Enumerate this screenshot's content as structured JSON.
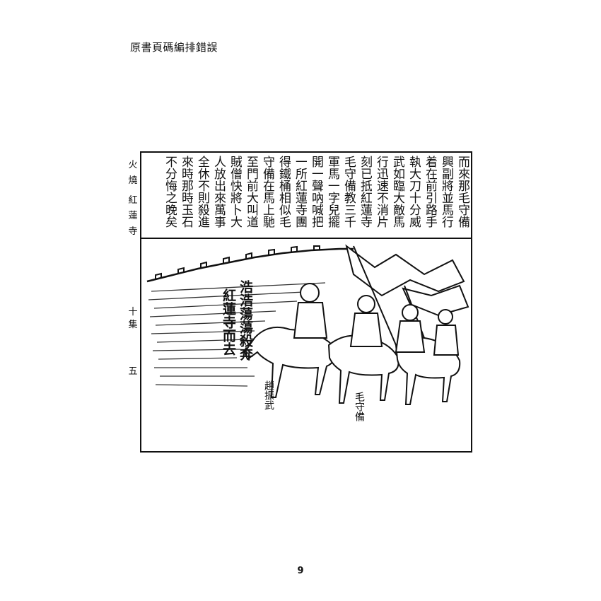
{
  "header_note": "原書頁碼編排錯誤",
  "margin": [
    "火",
    "燒",
    "紅",
    "蓮",
    "寺",
    "十",
    "集",
    "五"
  ],
  "text_columns": [
    "而來那毛守備",
    "興副將並馬行",
    "着在前引路手",
    "執大刀十分威",
    "武如臨大敵馬",
    "行迅速不消片",
    "刻已抵紅蓮寺",
    "毛守備教三千",
    "軍馬一字兒擺",
    "開一聲吶喊把",
    "一所紅蓮寺團",
    "得鐵桶相似毛",
    "守備在馬上馳",
    "至門前大叫道",
    "賊僧快將卜大",
    "人放出來萬事",
    "全休不則殺進",
    "來時那時玉石",
    "不分悔之晚矣"
  ],
  "illustration": {
    "caption_lines": [
      "浩浩蕩蕩殺奔",
      "紅蓮寺而去"
    ],
    "labels": [
      "趙振武",
      "毛守備"
    ]
  },
  "page_number": "9"
}
